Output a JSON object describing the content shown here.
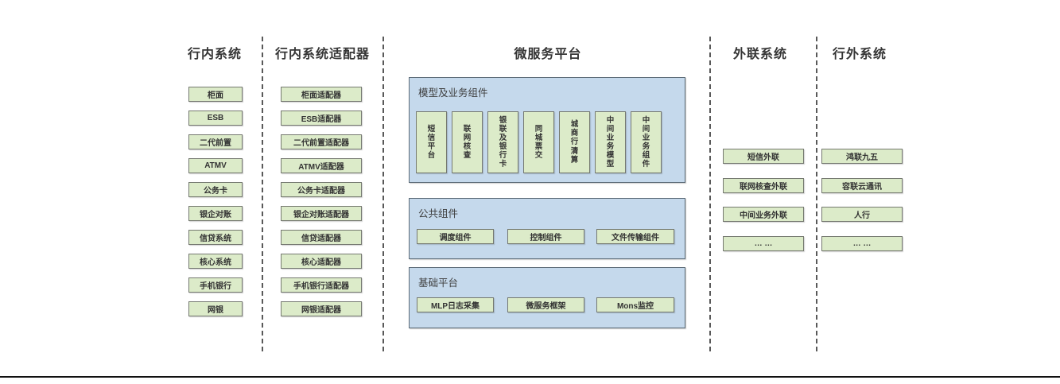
{
  "colors": {
    "box_green_fill": "#dcebc9",
    "box_green_border": "#757970",
    "panel_blue_fill": "#c5d9ec",
    "panel_blue_border": "#5c6b77",
    "text": "#3a3a3a",
    "separator_dash": "#595959",
    "bottom_rule": "#111111"
  },
  "lanes": {
    "internal": {
      "title": "行内系统",
      "items": [
        "柜面",
        "ESB",
        "二代前置",
        "ATMV",
        "公务卡",
        "银企对账",
        "信贷系统",
        "核心系统",
        "手机银行",
        "网银"
      ]
    },
    "adapters": {
      "title": "行内系统适配器",
      "items": [
        "柜面适配器",
        "ESB适配器",
        "二代前置适配器",
        "ATMV适配器",
        "公务卡适配器",
        "银企对账适配器",
        "信贷适配器",
        "核心适配器",
        "手机银行适配器",
        "网银适配器"
      ]
    },
    "platform": {
      "title": "微服务平台",
      "sections": [
        {
          "label": "模型及业务组件",
          "items": [
            "短信平台",
            "联网核查",
            "银联及银行卡",
            "同城票交",
            "城商行清算",
            "中间业务模型",
            "中间业务组件"
          ]
        },
        {
          "label": "公共组件",
          "items": [
            "调度组件",
            "控制组件",
            "文件传输组件"
          ]
        },
        {
          "label": "基础平台",
          "items": [
            "MLP日志采集",
            "微服务框架",
            "Mons监控"
          ]
        }
      ]
    },
    "outreach": {
      "title": "外联系统",
      "items": [
        "短信外联",
        "联网核查外联",
        "中间业务外联",
        "… …"
      ]
    },
    "external": {
      "title": "行外系统",
      "items": [
        "鸿联九五",
        "容联云通讯",
        "人行",
        "… …"
      ]
    }
  }
}
